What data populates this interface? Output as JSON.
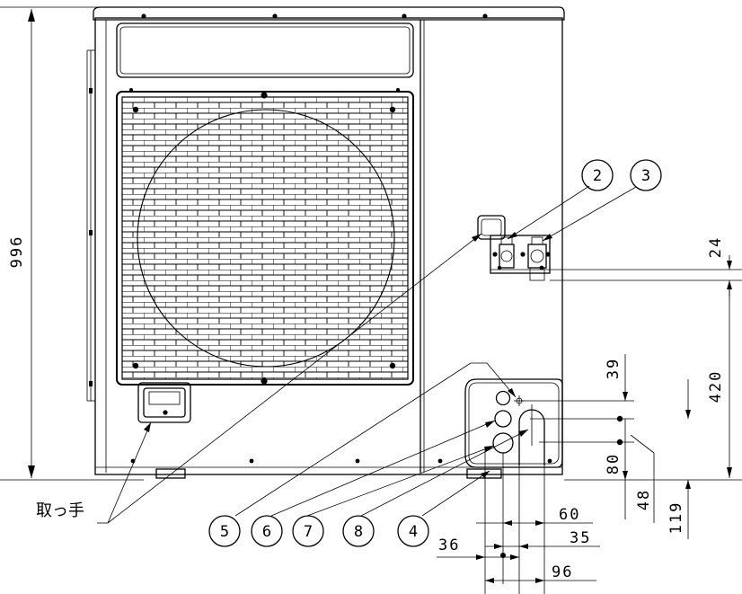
{
  "dimensions": {
    "height": "996",
    "valve_top": "24",
    "valve_to_base": "420",
    "hole_spacing": "39",
    "hole_lower": "80",
    "hole_offset": "48",
    "hole_bottom": "119",
    "width_60": "60",
    "width_35": "35",
    "width_36": "36",
    "width_96": "96"
  },
  "balloons": {
    "b2": "2",
    "b3": "3",
    "b4": "4",
    "b5": "5",
    "b6": "6",
    "b7": "7",
    "b8": "8"
  },
  "labels": {
    "handle": "取っ手"
  }
}
